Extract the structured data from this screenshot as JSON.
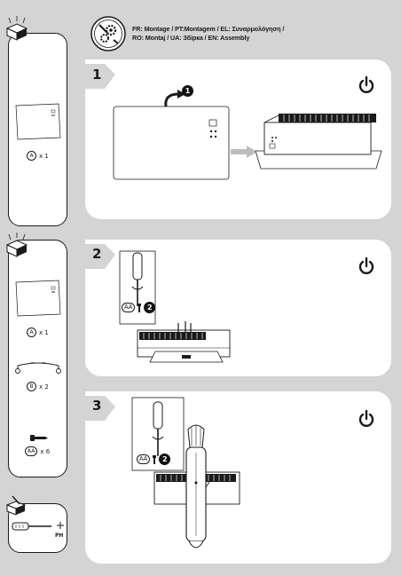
{
  "header": {
    "line1": "FR: Montage / PT:Montagem / EL: Συναρμολόγηση /",
    "line2": "RO: Montaj / UA: Збірка / EN:  Assembly"
  },
  "steps": [
    {
      "number": "1",
      "badge": "1"
    },
    {
      "number": "2",
      "badge": "2",
      "part": "AA"
    },
    {
      "number": "3",
      "badge": "2",
      "part": "AA"
    }
  ],
  "side_boxes": {
    "box1": {
      "items": [
        {
          "id": "A",
          "qty": "x 1"
        }
      ]
    },
    "box2": {
      "items": [
        {
          "id": "A",
          "qty": "x 1"
        },
        {
          "id": "B",
          "qty": "x 2"
        },
        {
          "id": "AA",
          "qty": "x 6"
        }
      ]
    },
    "tool": {
      "label": "PH"
    }
  },
  "icons": {
    "header": "tools-gear-icon",
    "power": "power-icon",
    "unpack": "open-box-icon"
  },
  "colors": {
    "page": "#d4d4d4",
    "panel": "#ffffff",
    "ink": "#1a1a1a",
    "arrow": "#bdbdbd"
  }
}
